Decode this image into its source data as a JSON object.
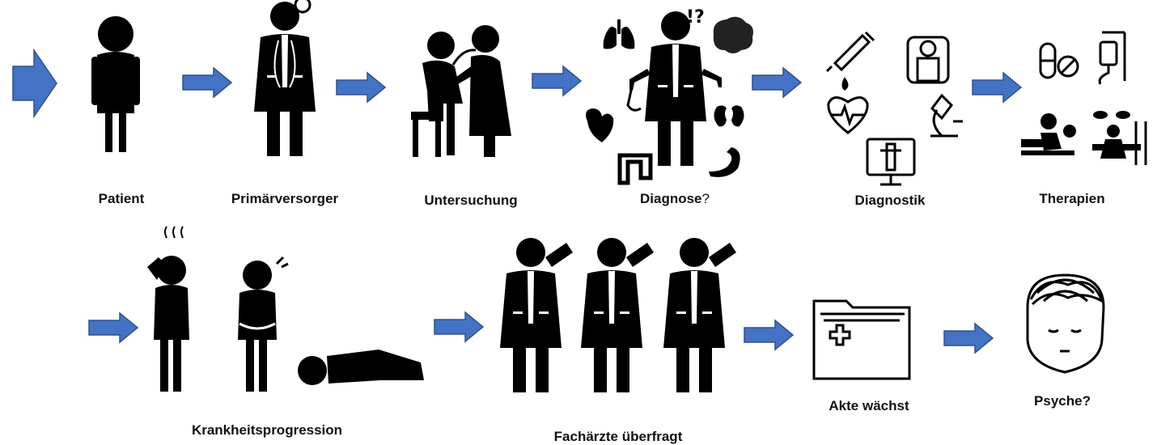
{
  "colors": {
    "arrow_fill": "#4472C4",
    "arrow_stroke": "#2F528F",
    "icon": "#000000",
    "background": "#FFFFFF"
  },
  "steps_row1": [
    {
      "label": "Patient",
      "icon": "standing-person-icon"
    },
    {
      "label": "Primärversorger",
      "icon": "doctor-head-mirror-icon"
    },
    {
      "label": "Untersuchung",
      "icon": "doctor-examining-patient-icon"
    },
    {
      "label": "Diagnose",
      "suffix": "?",
      "icon": "confused-doctor-organs-icon"
    },
    {
      "label": "Diagnostik",
      "icon": "diagnostic-tools-icon"
    },
    {
      "label": "Therapien",
      "icon": "therapy-icons"
    }
  ],
  "steps_row2": [
    {
      "label": "Krankheitsprogression",
      "icon": "sick-persons-icon"
    },
    {
      "label": "Fachärzte überfragt",
      "icon": "puzzled-specialists-icon"
    },
    {
      "label": "Akte wächst",
      "icon": "medical-folder-icon"
    },
    {
      "label": "Psyche?",
      "icon": "tangled-head-icon"
    }
  ],
  "diagnose_icon_text": "!?"
}
